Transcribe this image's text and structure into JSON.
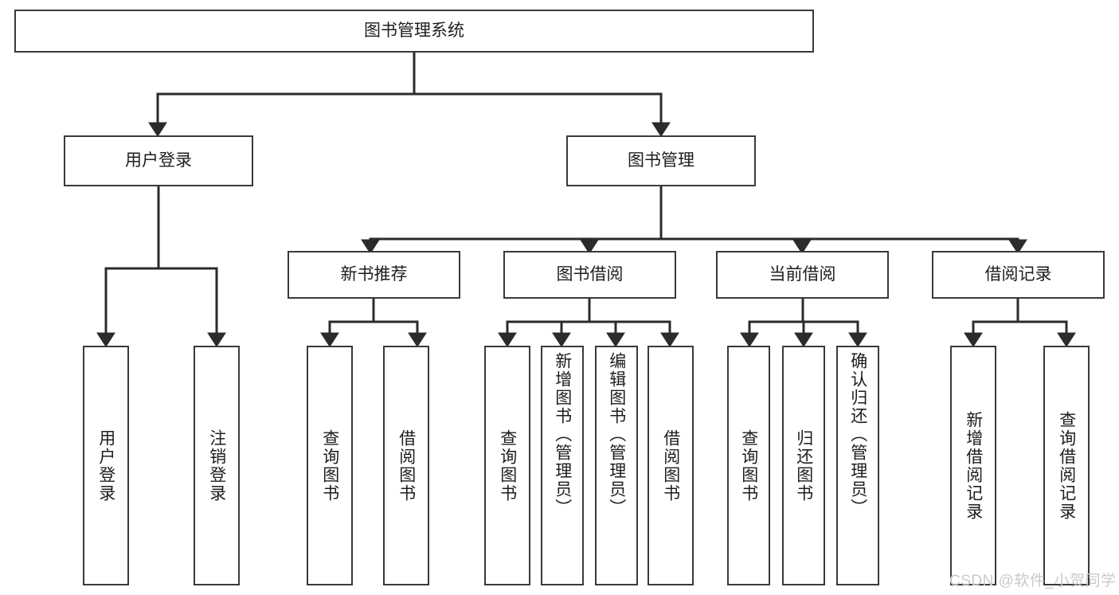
{
  "diagram": {
    "type": "tree",
    "title": "图书管理系统",
    "orientation": "top-down",
    "palette": {
      "background": "#ffffff",
      "box_border": "#3a3a3a",
      "box_fill": "#ffffff",
      "text": "#1d1d1d",
      "connector": "#2b2b2b",
      "watermark": "#c9c9c9"
    },
    "levels": 3
  },
  "watermark": {
    "text": "CSDN @软件_小贺同学"
  },
  "nodes": {
    "root": {
      "label": "图书管理系统"
    },
    "level2": [
      {
        "id": "user-login",
        "label": "用户登录"
      },
      {
        "id": "book-manage",
        "label": "图书管理"
      }
    ],
    "level3": [
      {
        "id": "new-book-recommend",
        "label": "新书推荐"
      },
      {
        "id": "book-borrow",
        "label": "图书借阅"
      },
      {
        "id": "current-borrow",
        "label": "当前借阅"
      },
      {
        "id": "borrow-record",
        "label": "借阅记录"
      }
    ],
    "leaves": {
      "user_login": [
        {
          "id": "leaf-user-login",
          "label": "用户登录"
        },
        {
          "id": "leaf-logout",
          "label": "注销登录"
        }
      ],
      "new_book_recommend": [
        {
          "id": "leaf-query-book-1",
          "label": "查询图书"
        },
        {
          "id": "leaf-borrow-book-1",
          "label": "借阅图书"
        }
      ],
      "book_borrow": [
        {
          "id": "leaf-query-book-2",
          "label": "查询图书"
        },
        {
          "id": "leaf-add-book",
          "label": "新增图书（管理员）"
        },
        {
          "id": "leaf-edit-book",
          "label": "编辑图书（管理员）"
        },
        {
          "id": "leaf-borrow-book-2",
          "label": "借阅图书"
        }
      ],
      "current_borrow": [
        {
          "id": "leaf-query-book-3",
          "label": "查询图书"
        },
        {
          "id": "leaf-return-book",
          "label": "归还图书"
        },
        {
          "id": "leaf-confirm-return",
          "label": "确认归还（管理员）"
        }
      ],
      "borrow_record": [
        {
          "id": "leaf-add-record",
          "label": "新增借阅记录"
        },
        {
          "id": "leaf-query-record",
          "label": "查询借阅记录"
        }
      ]
    }
  }
}
